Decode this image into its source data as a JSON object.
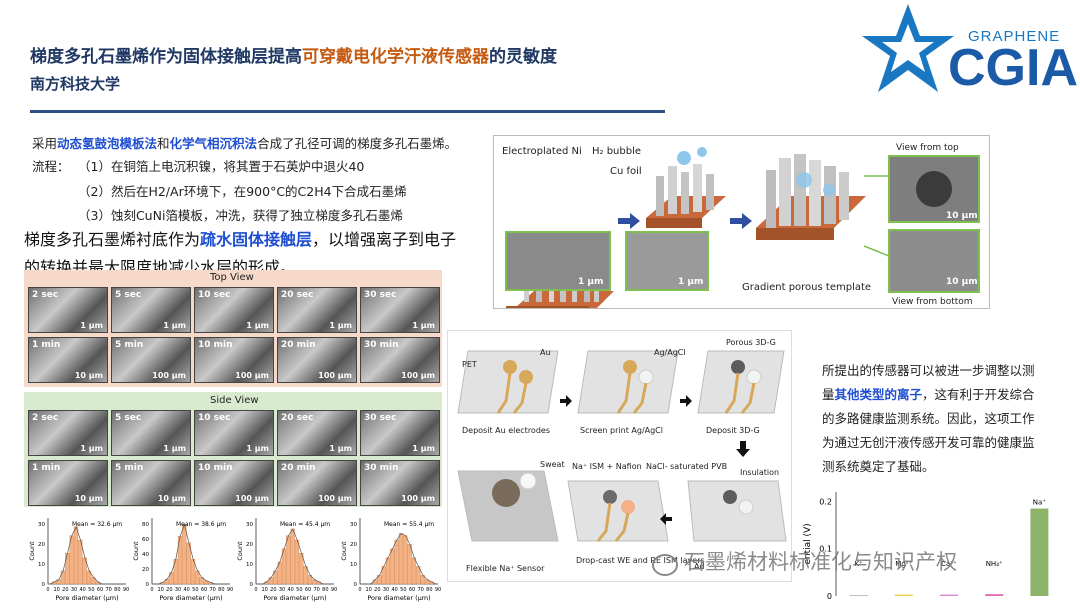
{
  "header": {
    "title_part1": "梯度多孔石墨烯作为固体接触层提高",
    "title_highlight": "可穿戴电化学汗液传感器",
    "title_part3": "的灵敏度",
    "institution": "南方科技大学"
  },
  "logo": {
    "top": "GRAPHENE",
    "main": "CGIA"
  },
  "intro": {
    "prefix": "采用",
    "method1": "动态氢鼓泡模板法",
    "and": "和",
    "method2": "化学气相沉积法",
    "suffix": "合成了孔径可调的梯度多孔石墨烯。",
    "flow_label": "流程：",
    "steps": [
      "（1）在铜箔上电沉积镍，将其置于石英炉中退火40",
      "（2）然后在H2/Ar环境下，在900°C的C2H4下合成石墨烯",
      "（3）蚀刻CuNi箔模板，冲洗，获得了独立梯度多孔石墨烯"
    ]
  },
  "statement": {
    "line1_prefix": "梯度多孔石墨烯衬底作为",
    "line1_highlight": "疏水固体接触层",
    "line1_suffix": "，以增强离子到电子",
    "line2": "的转换并最大限度地减少水层的形成。"
  },
  "sem_grid": {
    "top_label": "Top View",
    "side_label": "Side View",
    "top_row1": [
      [
        "2 sec",
        "1 μm"
      ],
      [
        "5 sec",
        "1 μm"
      ],
      [
        "10 sec",
        "1 μm"
      ],
      [
        "20 sec",
        "1 μm"
      ],
      [
        "30 sec",
        "1 μm"
      ]
    ],
    "top_row2": [
      [
        "1 min",
        "10 μm"
      ],
      [
        "5 min",
        "100 μm"
      ],
      [
        "10 min",
        "100 μm"
      ],
      [
        "20 min",
        "100 μm"
      ],
      [
        "30 min",
        "100 μm"
      ]
    ],
    "side_row1": [
      [
        "2 sec",
        "1 μm"
      ],
      [
        "5 sec",
        "1 μm"
      ],
      [
        "10 sec",
        "1 μm"
      ],
      [
        "20 sec",
        "1 μm"
      ],
      [
        "30 sec",
        "1 μm"
      ]
    ],
    "side_row2": [
      [
        "1 min",
        "10 μm"
      ],
      [
        "5 min",
        "10 μm"
      ],
      [
        "10 min",
        "100 μm"
      ],
      [
        "20 min",
        "100 μm"
      ],
      [
        "30 min",
        "100 μm"
      ]
    ]
  },
  "histograms": {
    "ylabel": "Count",
    "xlabel": "Pore diameter (μm)",
    "xticks": [
      "0",
      "10",
      "20",
      "30",
      "40",
      "50",
      "60",
      "70",
      "80",
      "90"
    ],
    "items": [
      {
        "mean": "Mean = 32.6 μm",
        "yticks": [
          "0",
          "10",
          "20",
          "30"
        ],
        "ymax": 30,
        "values": [
          0,
          1,
          2,
          6,
          14,
          22,
          26,
          20,
          12,
          6,
          3,
          1,
          0,
          0,
          0,
          0,
          0,
          0
        ]
      },
      {
        "mean": "Mean = 38.6 μm",
        "yticks": [
          "0",
          "20",
          "40",
          "60",
          "80"
        ],
        "ymax": 80,
        "values": [
          0,
          0,
          2,
          6,
          14,
          30,
          58,
          72,
          50,
          30,
          16,
          8,
          4,
          2,
          0,
          0,
          0,
          0
        ]
      },
      {
        "mean": "Mean = 45.4 μm",
        "yticks": [
          "0",
          "10",
          "20",
          "30"
        ],
        "ymax": 30,
        "values": [
          0,
          0,
          1,
          3,
          6,
          10,
          16,
          22,
          25,
          20,
          14,
          8,
          4,
          2,
          1,
          0,
          0,
          0
        ]
      },
      {
        "mean": "Mean = 55.4 μm",
        "yticks": [
          "0",
          "10",
          "20",
          "30"
        ],
        "ymax": 30,
        "values": [
          0,
          0,
          0,
          2,
          4,
          8,
          12,
          16,
          20,
          23,
          22,
          18,
          12,
          8,
          4,
          2,
          1,
          0
        ]
      }
    ]
  },
  "fab": {
    "labels": {
      "electroplated": "Electroplated Ni",
      "h2": "H₂ bubble",
      "cufoil": "Cu foil",
      "view_top": "View from top",
      "view_bottom": "View from bottom",
      "gradient": "Gradient porous template",
      "scale_10um_a": "10 μm",
      "scale_1um_a": "1 μm",
      "scale_1um_b": "1 μm",
      "scale_10um_b": "10 μm"
    }
  },
  "sensor": {
    "pet": "PET",
    "au": "Au",
    "agcl": "Ag/AgCl",
    "porous": "Porous 3D-G",
    "step1": "Deposit Au electrodes",
    "step2": "Screen print Ag/AgCl",
    "step3": "Deposit 3D-G",
    "sweat": "Sweat",
    "na_ism": "Na⁺ ISM +\nNafion",
    "nacl": "NaCl-\nsaturated\nPVB",
    "insulation": "Insulation",
    "flexible": "Flexible Na⁺ Sensor",
    "dropcast": "Drop-cast WE and\nRE ISM layers",
    "ad": "Ad"
  },
  "conclusion": {
    "line1": "所提出的传感器可以被进一步调整以测",
    "line2_prefix": "量",
    "line2_highlight": "其他类型的离子",
    "line2_suffix": "，这有利于开发综合",
    "line3": "的多路健康监测系统。因此，这项工作",
    "line4": "为通过无创汗液传感开发可靠的健康监",
    "line5": "测系统奠定了基础。"
  },
  "potential_chart": {
    "ylabel_fragment": "ential (V)",
    "yticks": [
      "0.2",
      "0.1",
      "0"
    ],
    "ions": [
      "K⁺",
      "Mg²⁺",
      "Ca²⁺",
      "NH₄⁺",
      "Na⁺"
    ],
    "values": [
      0.002,
      0.003,
      0.003,
      0.004,
      0.185
    ],
    "ymax": 0.22,
    "colors": [
      "#bbbbbb",
      "#e8d24a",
      "#d98bd1",
      "#e06eb0",
      "#8fb36a"
    ]
  },
  "watermark": {
    "text": "石墨烯材料标准化与知识产权"
  }
}
